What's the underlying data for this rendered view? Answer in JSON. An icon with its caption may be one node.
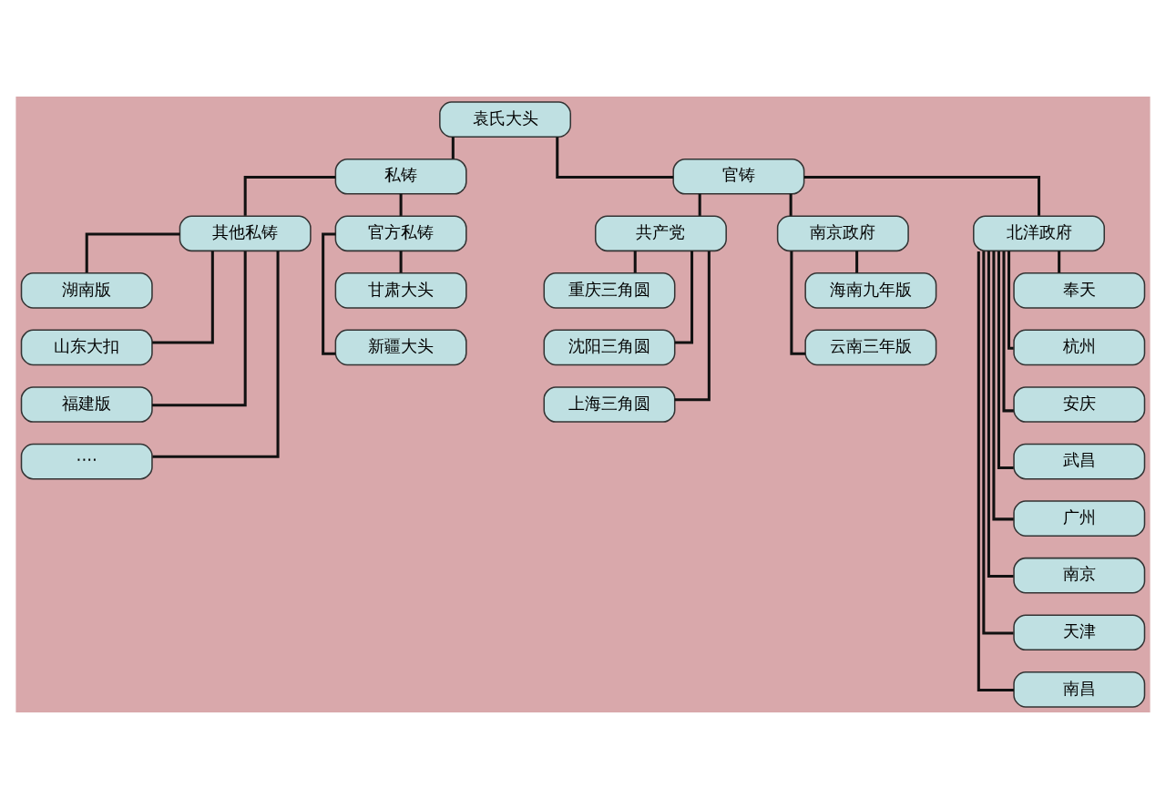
{
  "diagram": {
    "nodes": [
      {
        "text": [
          "袁氏大头"
        ]
      },
      {
        "text": [
          "私铸"
        ]
      },
      {
        "text": [
          "官铸"
        ]
      },
      {
        "text": [
          "其他私铸"
        ]
      },
      {
        "text": [
          "官方私铸"
        ]
      },
      {
        "text": [
          "共产党"
        ]
      },
      {
        "text": [
          "南京政府"
        ]
      },
      {
        "text": [
          "北洋政府"
        ]
      },
      {
        "text": [
          "湖南版"
        ]
      },
      {
        "text": [
          "山东大扣"
        ]
      },
      {
        "text": [
          "福建版"
        ]
      },
      {
        "text": [
          "····"
        ]
      },
      {
        "text": [
          "甘肃大头"
        ]
      },
      {
        "text": [
          "新疆大头"
        ]
      },
      {
        "text": [
          "重庆三角圆"
        ]
      },
      {
        "text": [
          "沈阳三角圆"
        ]
      },
      {
        "text": [
          "上海三角圆"
        ]
      },
      {
        "text": [
          "海南九年版"
        ]
      },
      {
        "text": [
          "云南三年版"
        ]
      },
      {
        "text": [
          "奉天"
        ]
      },
      {
        "text": [
          "杭州"
        ]
      },
      {
        "text": [
          "安庆"
        ]
      },
      {
        "text": [
          "武昌"
        ]
      },
      {
        "text": [
          "广州"
        ]
      },
      {
        "text": [
          "南京"
        ]
      },
      {
        "text": [
          "天津"
        ]
      },
      {
        "text": [
          "南昌"
        ]
      }
    ],
    "edges": [
      {
        "from": 0,
        "to": 1,
        "arrow": "none"
      },
      {
        "from": 0,
        "to": 2,
        "arrow": "none"
      },
      {
        "from": 1,
        "to": 3,
        "arrow": "none"
      },
      {
        "from": 1,
        "to": 4,
        "arrow": "none"
      },
      {
        "from": 2,
        "to": 5,
        "arrow": "none"
      },
      {
        "from": 2,
        "to": 6,
        "arrow": "none"
      },
      {
        "from": 2,
        "to": 7,
        "arrow": "none"
      },
      {
        "from": 3,
        "to": 8,
        "arrow": "none"
      },
      {
        "from": 3,
        "to": 9,
        "arrow": "none"
      },
      {
        "from": 3,
        "to": 10,
        "arrow": "none"
      },
      {
        "from": 3,
        "to": 11,
        "arrow": "none"
      },
      {
        "from": 4,
        "to": 12,
        "arrow": "none"
      },
      {
        "from": 4,
        "to": 13,
        "arrow": "none"
      },
      {
        "from": 5,
        "to": 14,
        "arrow": "none"
      },
      {
        "from": 5,
        "to": 15,
        "arrow": "none"
      },
      {
        "from": 5,
        "to": 16,
        "arrow": "none"
      },
      {
        "from": 6,
        "to": 17,
        "arrow": "none"
      },
      {
        "from": 6,
        "to": 18,
        "arrow": "none"
      },
      {
        "from": 7,
        "to": 19,
        "arrow": "none"
      },
      {
        "from": 7,
        "to": 20,
        "arrow": "none"
      },
      {
        "from": 7,
        "to": 21,
        "arrow": "none"
      },
      {
        "from": 7,
        "to": 22,
        "arrow": "none"
      },
      {
        "from": 7,
        "to": 23,
        "arrow": "none"
      },
      {
        "from": 7,
        "to": 24,
        "arrow": "none"
      },
      {
        "from": 7,
        "to": 25,
        "arrow": "none"
      },
      {
        "from": 7,
        "to": 26,
        "arrow": "none"
      }
    ]
  }
}
